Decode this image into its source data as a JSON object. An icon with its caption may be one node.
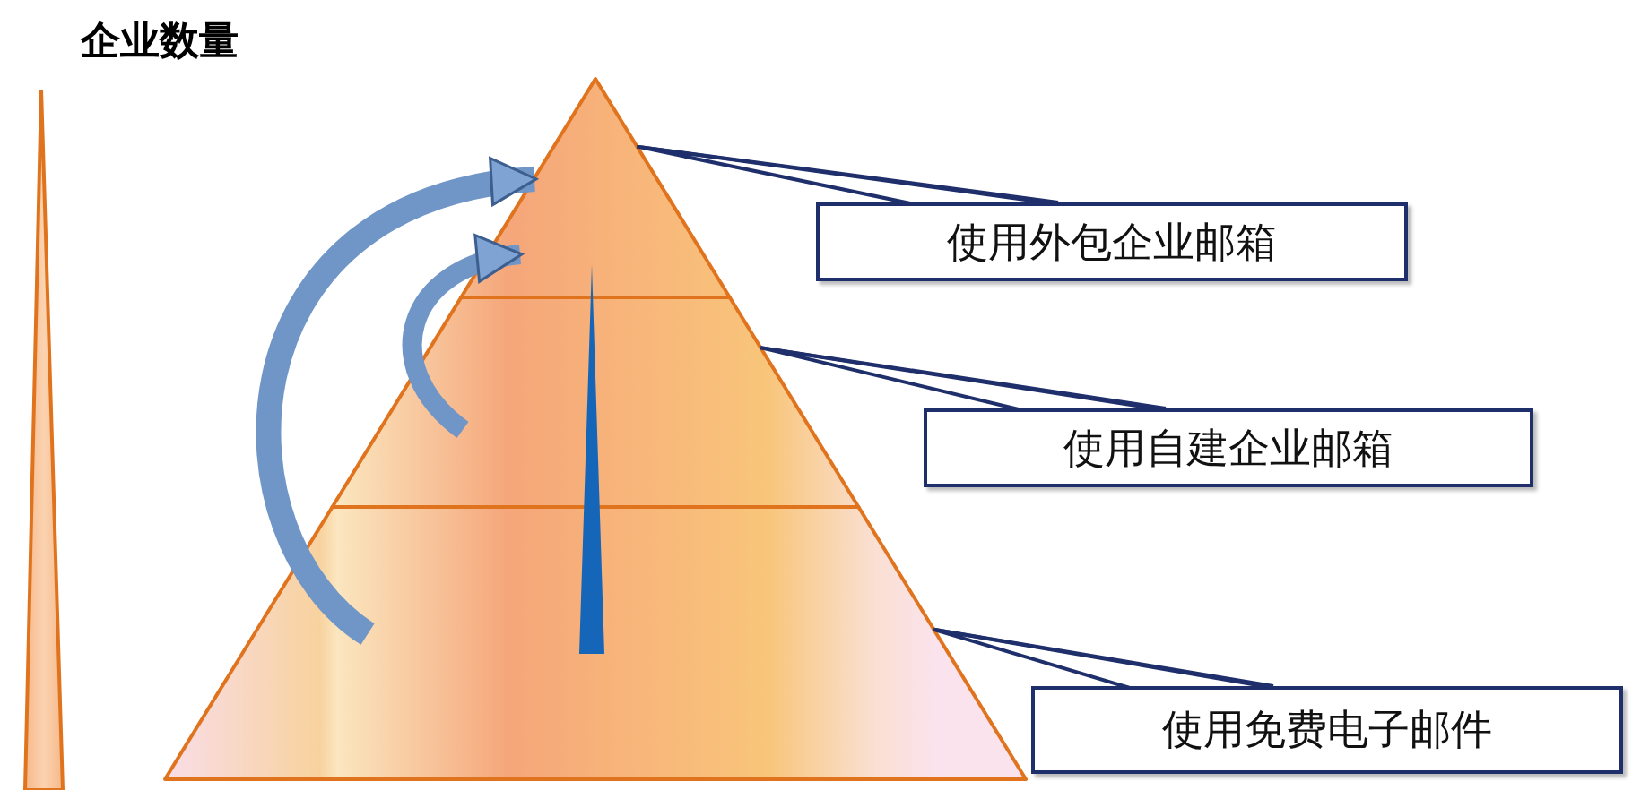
{
  "diagram": {
    "nodes": [
      {
        "text": [],
        "shape": "triangle"
      },
      {
        "text": [],
        "shape": "trapezoid"
      },
      {
        "text": [],
        "shape": "trapezoid"
      },
      {
        "text": [
          "使用外包企业邮箱"
        ]
      },
      {
        "text": [
          "使用自建企业邮箱"
        ]
      },
      {
        "text": [
          "使用免费电子邮件"
        ]
      }
    ],
    "edges": [
      {
        "from": 3,
        "to": 0,
        "arrow": "none"
      },
      {
        "from": 4,
        "to": 1,
        "arrow": "none"
      },
      {
        "from": 5,
        "to": 2,
        "arrow": "none"
      },
      {
        "from": 2,
        "to": 0,
        "arrow": "to",
        "style": "thick",
        "color": "#7096c8"
      },
      {
        "from": 1,
        "to": 0,
        "arrow": "to",
        "style": "thick",
        "color": "#7096c8"
      }
    ],
    "labels": [
      "企业数量"
    ]
  }
}
